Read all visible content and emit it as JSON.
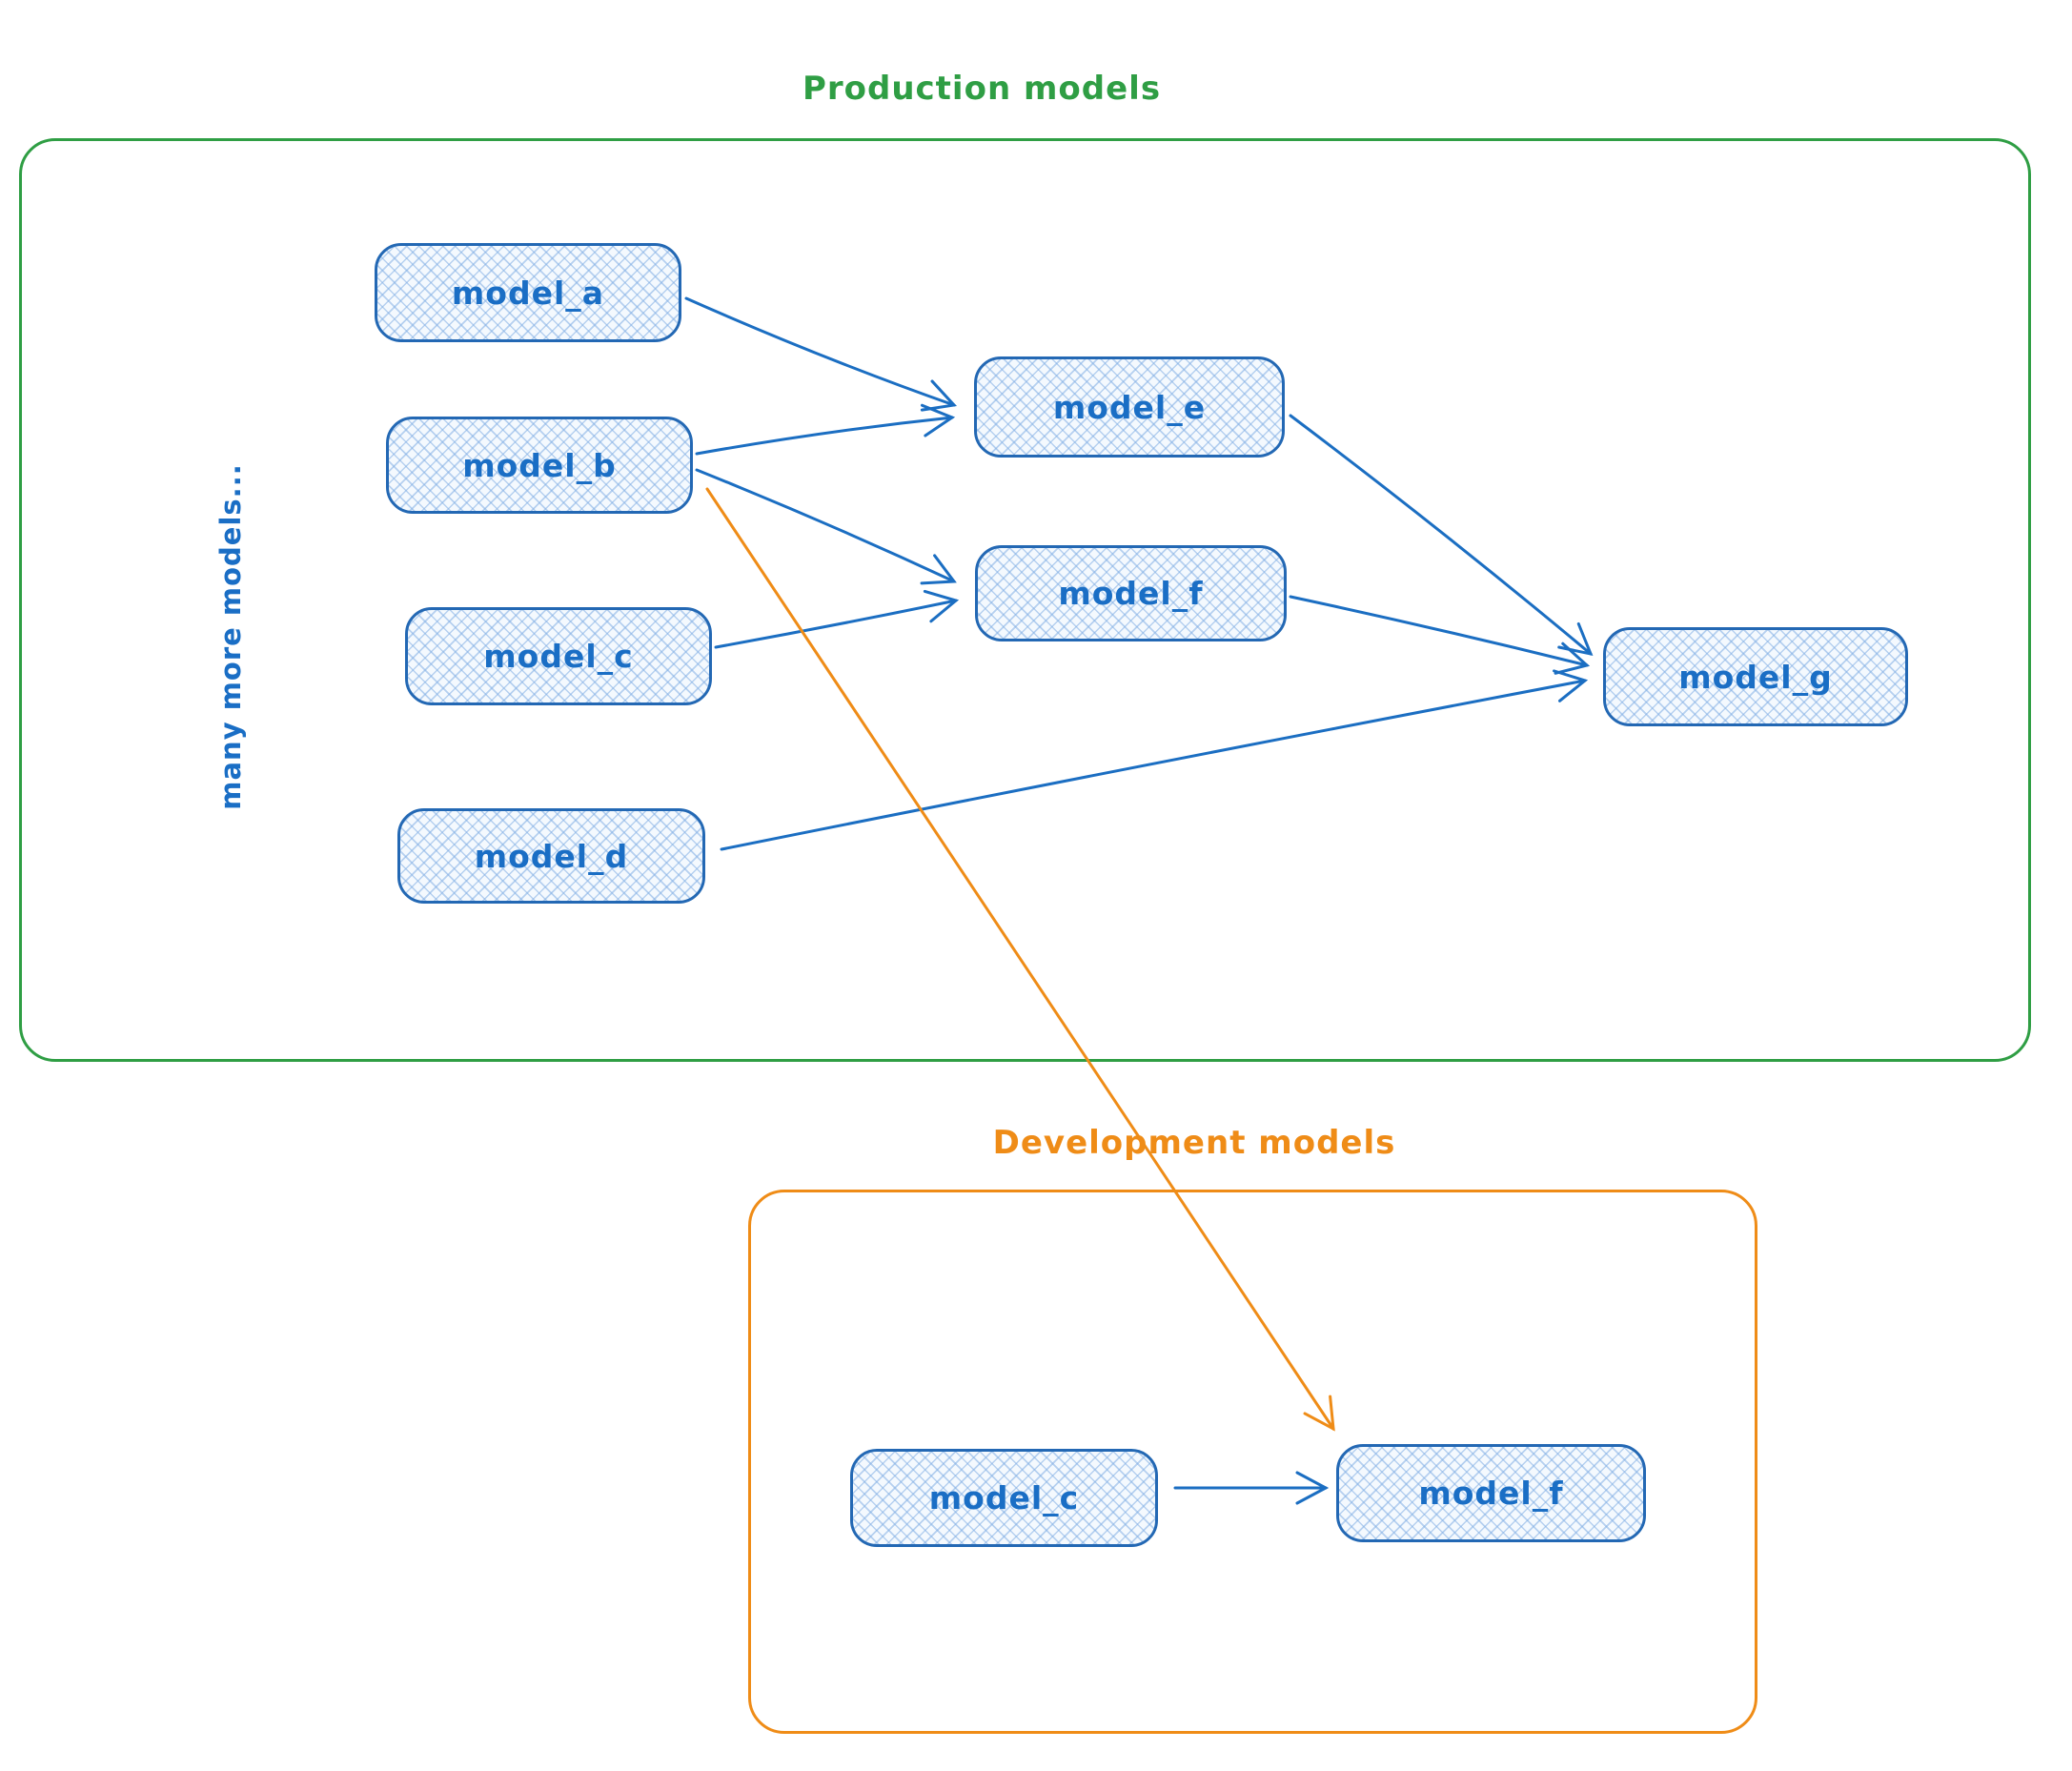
{
  "colors": {
    "node_stroke": "#2368b4",
    "node_label": "#1a6ec5",
    "node_fill_hatch": "#b9d4ef",
    "production_green": "#2f9e44",
    "development_orange": "#ef8c17",
    "edge_blue": "#1b6ec2"
  },
  "production": {
    "title": "Production models",
    "side_note": "many more models...",
    "nodes": {
      "a": {
        "label": "model_a"
      },
      "b": {
        "label": "model_b"
      },
      "c": {
        "label": "model_c"
      },
      "d": {
        "label": "model_d"
      },
      "e": {
        "label": "model_e"
      },
      "f": {
        "label": "model_f"
      },
      "g": {
        "label": "model_g"
      }
    }
  },
  "development": {
    "title": "Development models",
    "nodes": {
      "c": {
        "label": "model_c"
      },
      "f": {
        "label": "model_f"
      }
    }
  },
  "edges": [
    {
      "from": "model_a",
      "to": "model_e",
      "color": "blue",
      "context": "production"
    },
    {
      "from": "model_b",
      "to": "model_e",
      "color": "blue",
      "context": "production"
    },
    {
      "from": "model_b",
      "to": "model_f",
      "color": "blue",
      "context": "production"
    },
    {
      "from": "model_c",
      "to": "model_f",
      "color": "blue",
      "context": "production"
    },
    {
      "from": "model_e",
      "to": "model_g",
      "color": "blue",
      "context": "production"
    },
    {
      "from": "model_f",
      "to": "model_g",
      "color": "blue",
      "context": "production"
    },
    {
      "from": "model_d",
      "to": "model_g",
      "color": "blue",
      "context": "production"
    },
    {
      "from": "production.model_b",
      "to": "development.model_f",
      "color": "orange",
      "context": "cross-group"
    },
    {
      "from": "model_c",
      "to": "model_f",
      "color": "blue",
      "context": "development"
    }
  ]
}
